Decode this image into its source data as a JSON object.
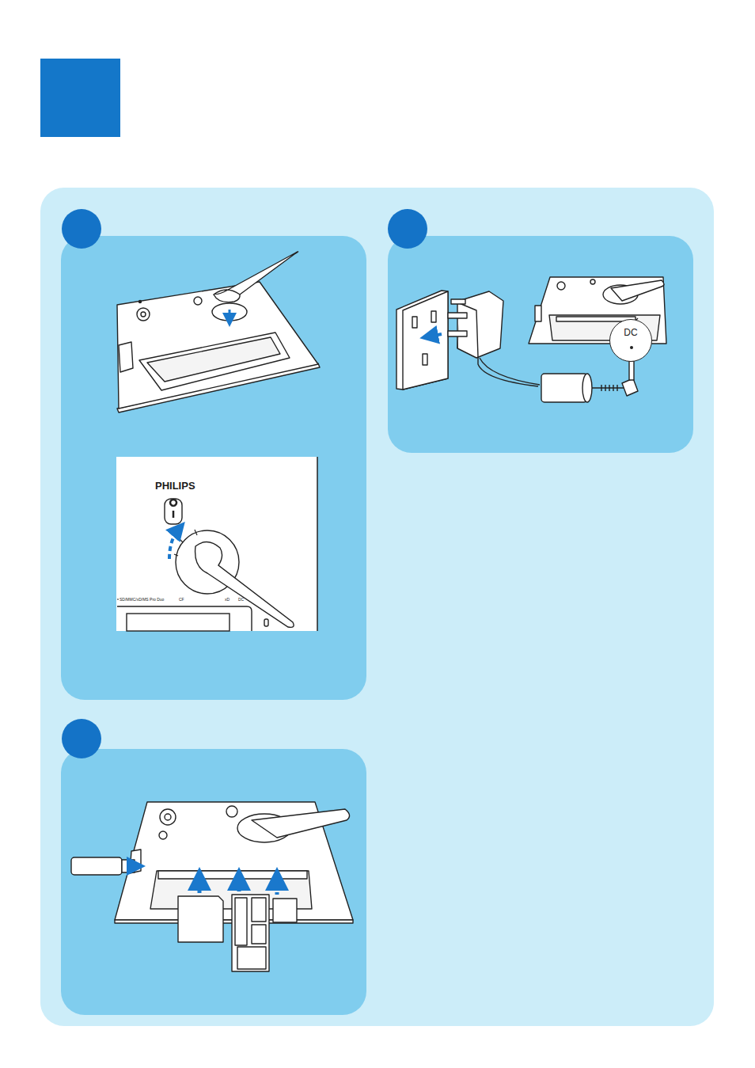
{
  "diagram": {
    "nodes": [
      {
        "text": [
          "DC"
        ]
      }
    ],
    "labels": [
      "PHILIPS",
      "SD/MMC/xD/MS Pro Duo",
      "CF",
      "xD",
      "DC"
    ]
  }
}
